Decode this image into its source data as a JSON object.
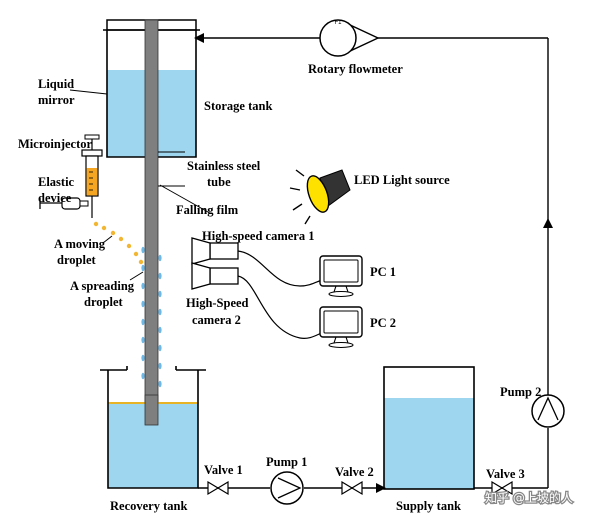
{
  "labels": {
    "liquid_mirror_l1": "Liquid",
    "liquid_mirror_l2": "mirror",
    "storage_tank": "Storage tank",
    "rotary_flowmeter": "Rotary flowmeter",
    "flowmeter_dial": "F1",
    "microinjector": "Microinjector",
    "elastic_device_l1": "Elastic",
    "elastic_device_l2": "device",
    "stainless_l1": "Stainless steel",
    "stainless_l2": "tube",
    "falling_film": "Falling  film",
    "led_light": "LED Light source",
    "moving_droplet_l1": "A moving",
    "moving_droplet_l2": "droplet",
    "spreading_droplet_l1": "A spreading",
    "spreading_droplet_l2": "droplet",
    "camera1": "High-speed camera 1",
    "camera2_l1": "High-Speed",
    "camera2_l2": "camera 2",
    "pc1": "PC 1",
    "pc2": "PC 2",
    "recovery_tank": "Recovery tank",
    "supply_tank": "Supply tank",
    "valve1": "Valve 1",
    "pump1": "Pump 1",
    "valve2": "Valve 2",
    "valve3": "Valve 3",
    "pump2": "Pump 2",
    "watermark": "知乎 @上坡的人"
  },
  "colors": {
    "water": "#9fd6ef",
    "injector_liquid": "#f5a623",
    "droplet": "#f2b632",
    "tube": "#7f7f7f",
    "led_body": "#333333",
    "led_lens": "#ffe100"
  }
}
